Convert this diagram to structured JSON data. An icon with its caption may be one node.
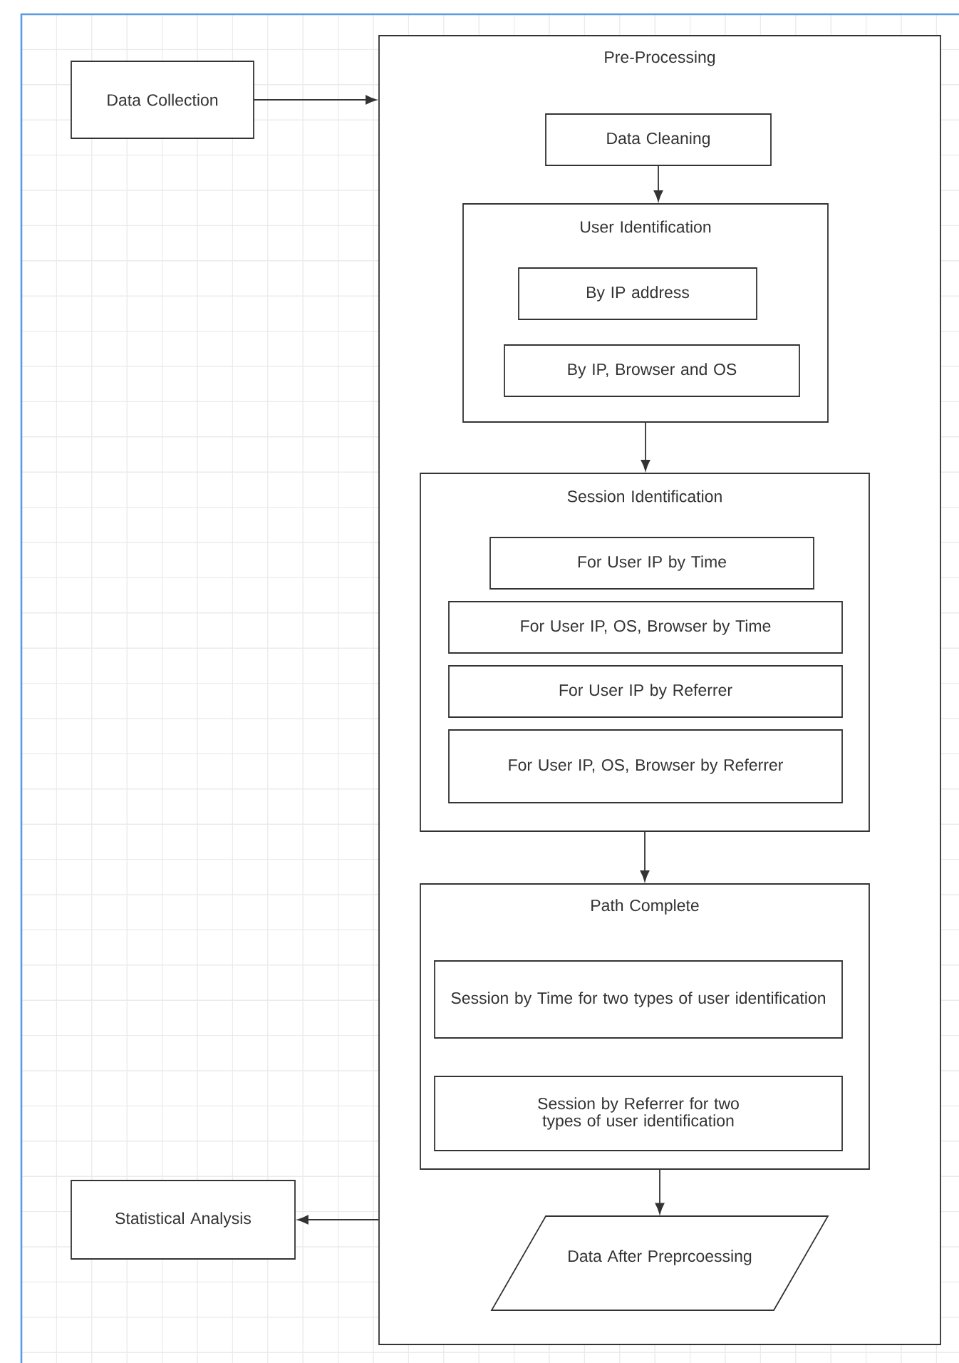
{
  "diagram": {
    "nodes": [
      {
        "text": [
          "Data Collection"
        ]
      },
      {
        "text": [
          "Pre-Processing"
        ]
      },
      {
        "text": [
          "Data Cleaning"
        ],
        "in": 1
      },
      {
        "text": [
          "User Identification"
        ],
        "in": 1
      },
      {
        "text": [
          "By IP address"
        ],
        "in": 3
      },
      {
        "text": [
          "By IP, Browser and OS"
        ],
        "in": 3
      },
      {
        "text": [
          "Session Identification"
        ],
        "in": 1
      },
      {
        "text": [
          "For User IP by Time"
        ],
        "in": 6
      },
      {
        "text": [
          "For User IP, OS, Browser by Time"
        ],
        "in": 6
      },
      {
        "text": [
          "For User IP by Referrer"
        ],
        "in": 6
      },
      {
        "text": [
          "For User IP, OS, Browser by Referrer"
        ],
        "in": 6
      },
      {
        "text": [
          "Path Complete"
        ],
        "in": 1
      },
      {
        "text": [
          "Session by Time for two types of user identification"
        ],
        "in": 11
      },
      {
        "text": [
          "Session by Referrer for two types of user identification"
        ],
        "in": 11
      },
      {
        "text": [
          "Data After Preprcoessing"
        ],
        "in": 1
      },
      {
        "text": [
          "Statistical Analysis"
        ]
      }
    ],
    "edges": [
      {
        "from": 0,
        "to": 1,
        "arrow": "to"
      },
      {
        "from": 2,
        "to": 3,
        "arrow": "to"
      },
      {
        "from": 3,
        "to": 6,
        "arrow": "to"
      },
      {
        "from": 6,
        "to": 11,
        "arrow": "to"
      },
      {
        "from": 11,
        "to": 14,
        "arrow": "to"
      },
      {
        "from": 1,
        "to": 15,
        "arrow": "to"
      }
    ]
  }
}
